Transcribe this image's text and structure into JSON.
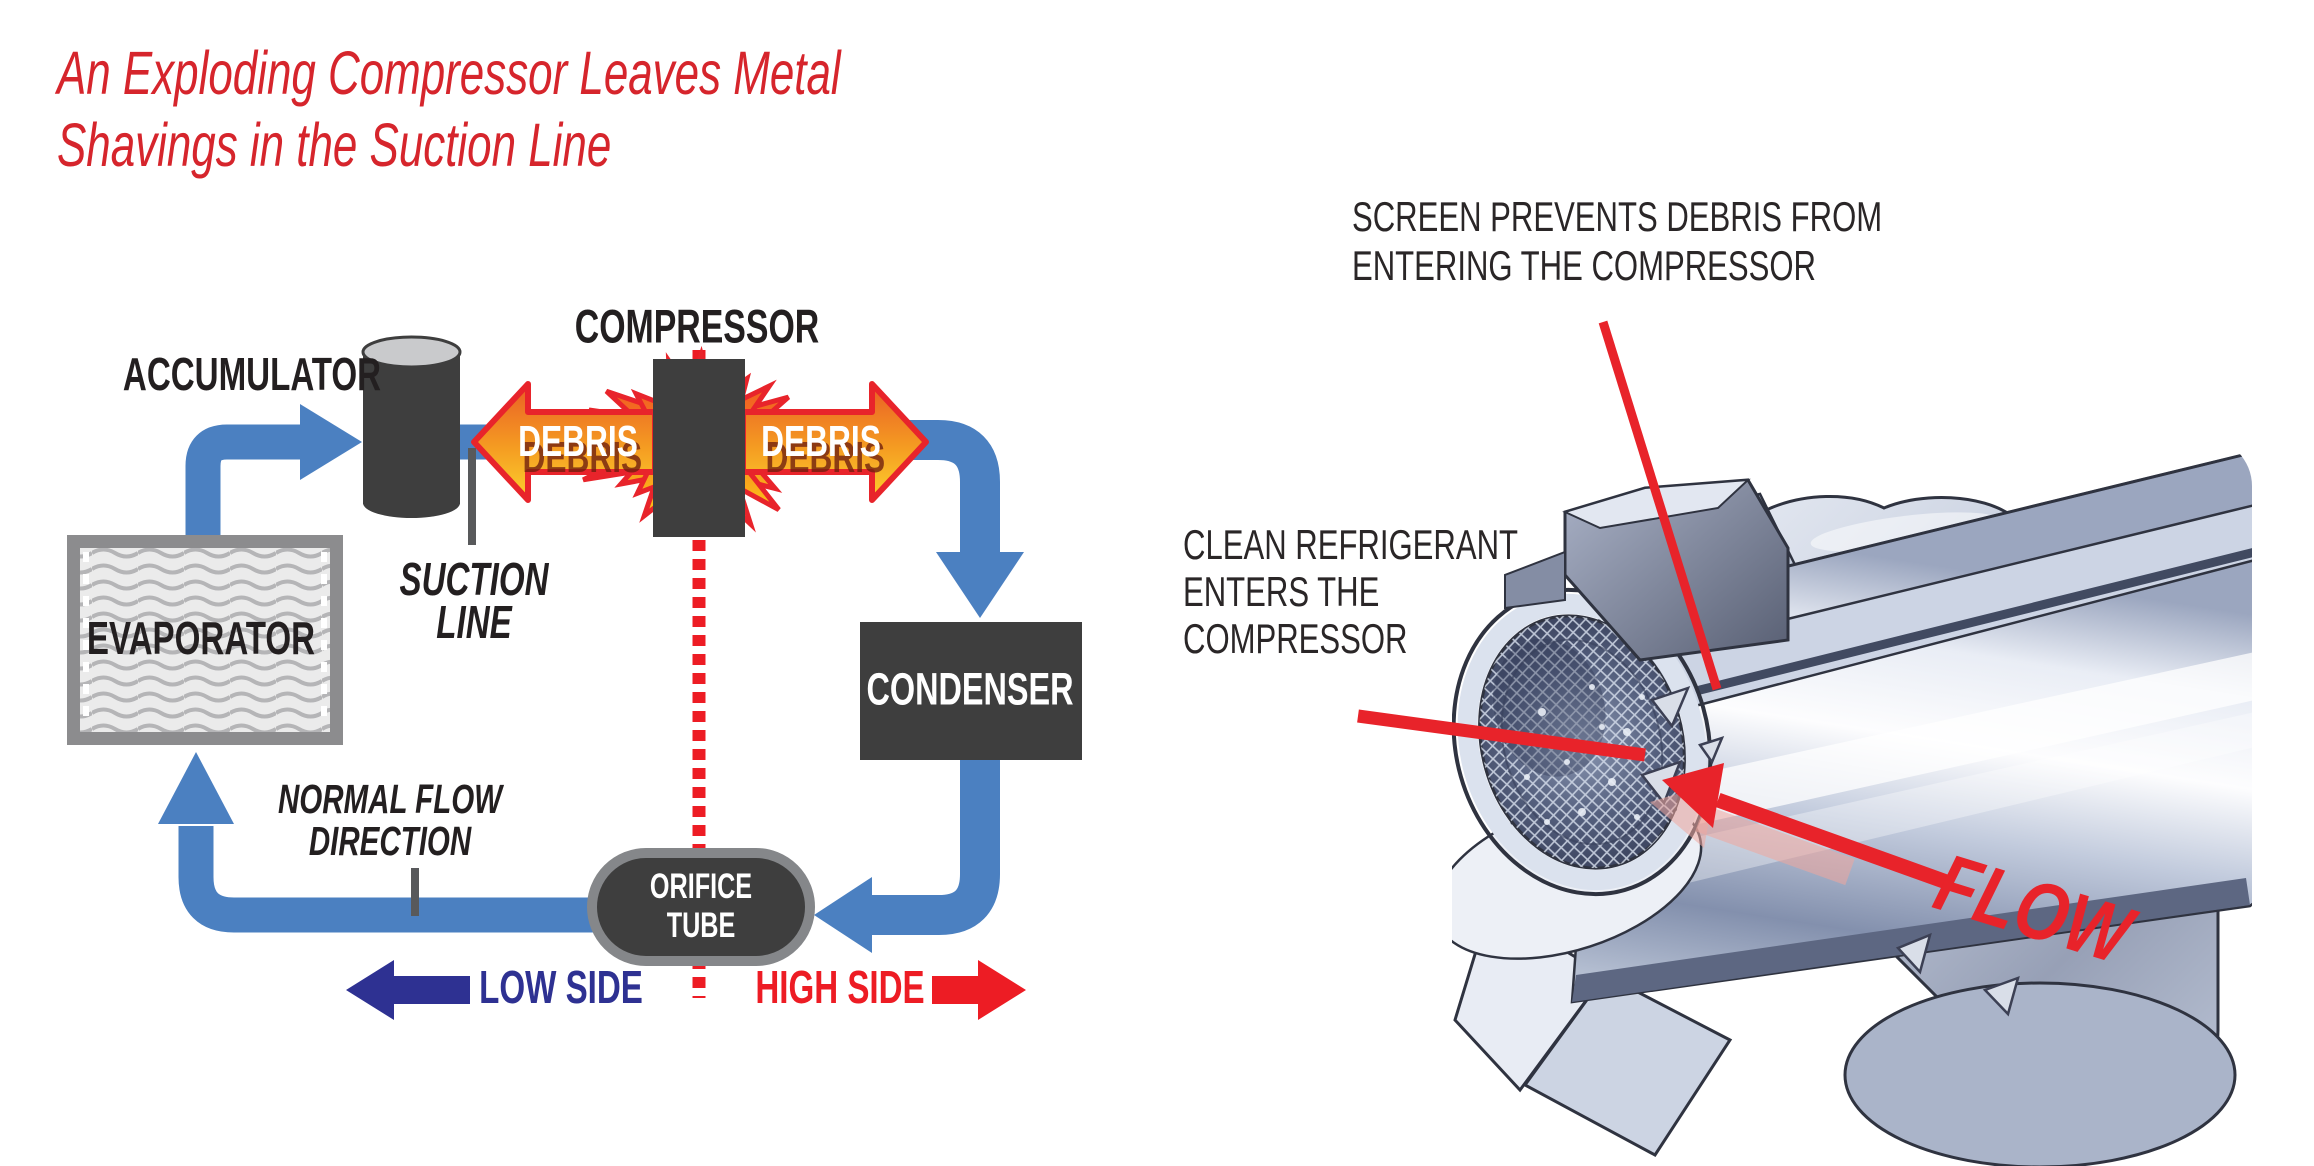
{
  "title": {
    "text": "An Exploding Compressor Leaves Metal\nShavings in the Suction Line"
  },
  "diagram": {
    "accumulator_label": "ACCUMULATOR",
    "compressor_label": "COMPRESSOR",
    "evaporator_label": "EVAPORATOR",
    "condenser_label": "CONDENSER",
    "suction_line_label": "SUCTION\nLINE",
    "normal_flow_label": "NORMAL FLOW\nDIRECTION",
    "orifice_tube_label": "ORIFICE\nTUBE",
    "debris_left_label": "DEBRIS",
    "debris_right_label": "DEBRIS",
    "low_side_label": "LOW SIDE",
    "high_side_label": "HIGH SIDE"
  },
  "illustration": {
    "screen_note": "SCREEN PREVENTS DEBRIS FROM\nENTERING THE COMPRESSOR",
    "clean_note": "CLEAN REFRIGERANT\nENTERS THE\nCOMPRESSOR",
    "flow_label": "FLOW"
  },
  "colors": {
    "title_red": "#d6252c",
    "pipe_blue": "#4b80c1",
    "component_gray": "#3e3e3e",
    "low_side_navy": "#2e3192",
    "high_side_red": "#ed1c24",
    "debris_outline_red": "#e8242b",
    "explosion_orange": "#f58220",
    "flow_red": "#e8232a"
  }
}
